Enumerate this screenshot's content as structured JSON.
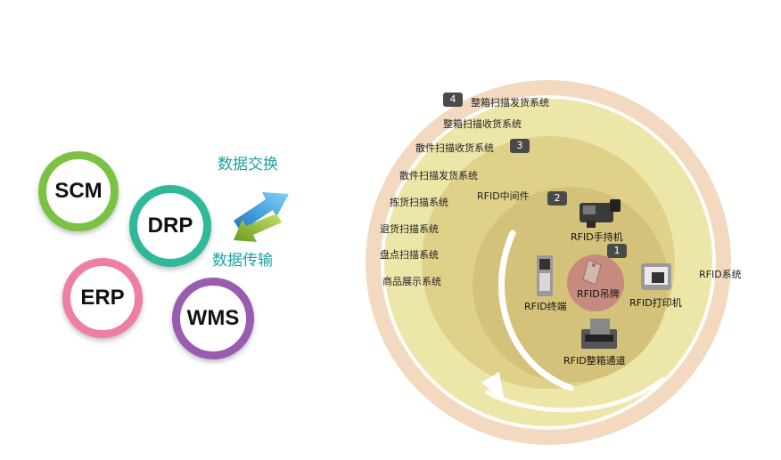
{
  "left_systems": [
    {
      "label": "SCM",
      "color": "#7cc242"
    },
    {
      "label": "DRP",
      "color": "#2fb89a"
    },
    {
      "label": "ERP",
      "color": "#ee7fa0"
    },
    {
      "label": "WMS",
      "color": "#9a5cb0"
    }
  ],
  "exchange_label": "数据交换",
  "transfer_label": "数据传输",
  "rings": {
    "outer_color": "#f2d9bf",
    "middle_color": "#ece6a9",
    "inner_color": "#d5c27a",
    "core_color": "#c68a7e"
  },
  "badges": [
    "4",
    "3",
    "2",
    "1"
  ],
  "outer_ring_items": [
    "整箱扫描发货系统",
    "整箱扫描收货系统"
  ],
  "middle_ring_items": [
    "散件扫描收货系统",
    "散件扫描发货系统",
    "拣货扫描系统",
    "退货扫描系统",
    "盘点扫描系统",
    "商品展示系统"
  ],
  "middleware_label": "RFID中间件",
  "system_label": "RFID系统",
  "devices": {
    "handheld": "RFID手持机",
    "tag": "RFID吊牌",
    "printer": "RFID打印机",
    "terminal": "RFID终端",
    "channel": "RFID整箱通道"
  }
}
